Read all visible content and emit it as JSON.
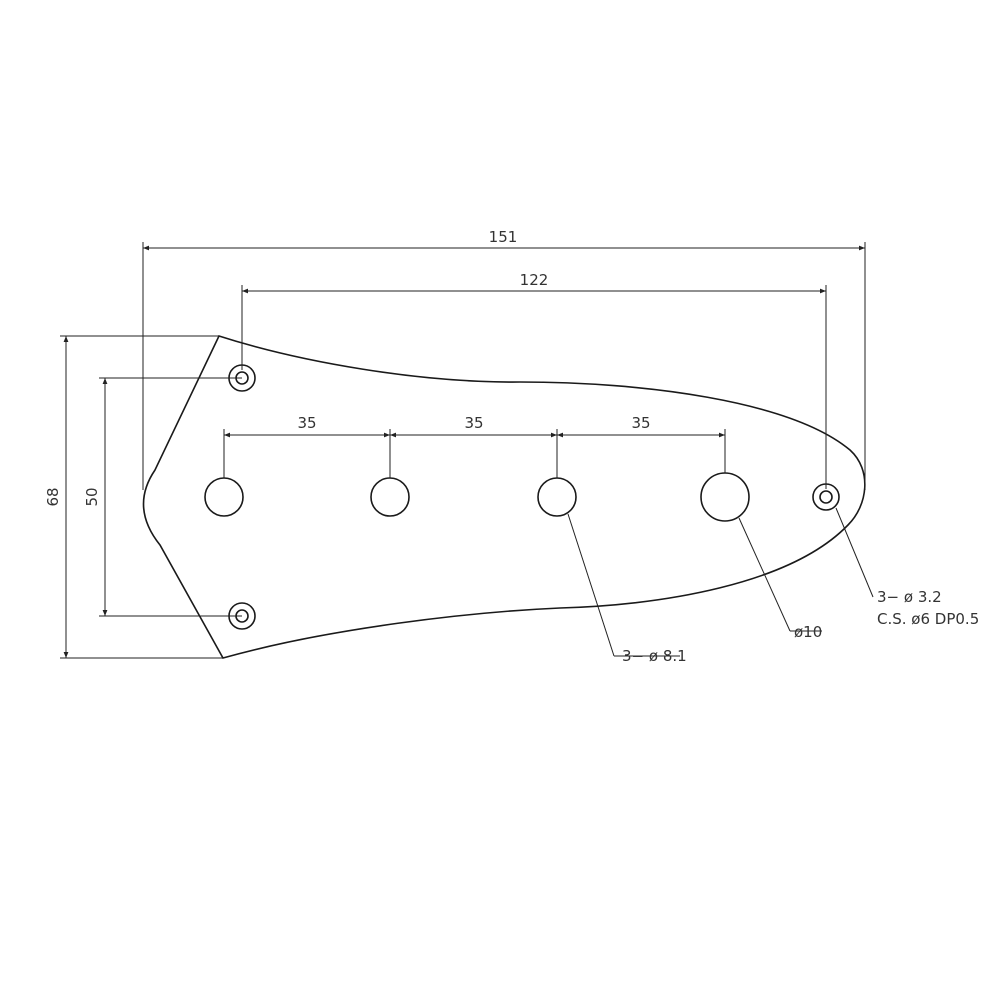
{
  "dimensions": {
    "overall_length": "151",
    "mount_hole_spacing": "122",
    "jack_spacing_1": "35",
    "jack_spacing_2": "35",
    "jack_spacing_3": "35",
    "overall_height": "68",
    "mount_hole_vertical": "50"
  },
  "callouts": {
    "small_holes": "3− ø 8.1",
    "large_hole": "ø10",
    "mount_holes_line1": "3− ø 3.2",
    "mount_holes_line2": "C.S.  ø6 DP0.5"
  }
}
